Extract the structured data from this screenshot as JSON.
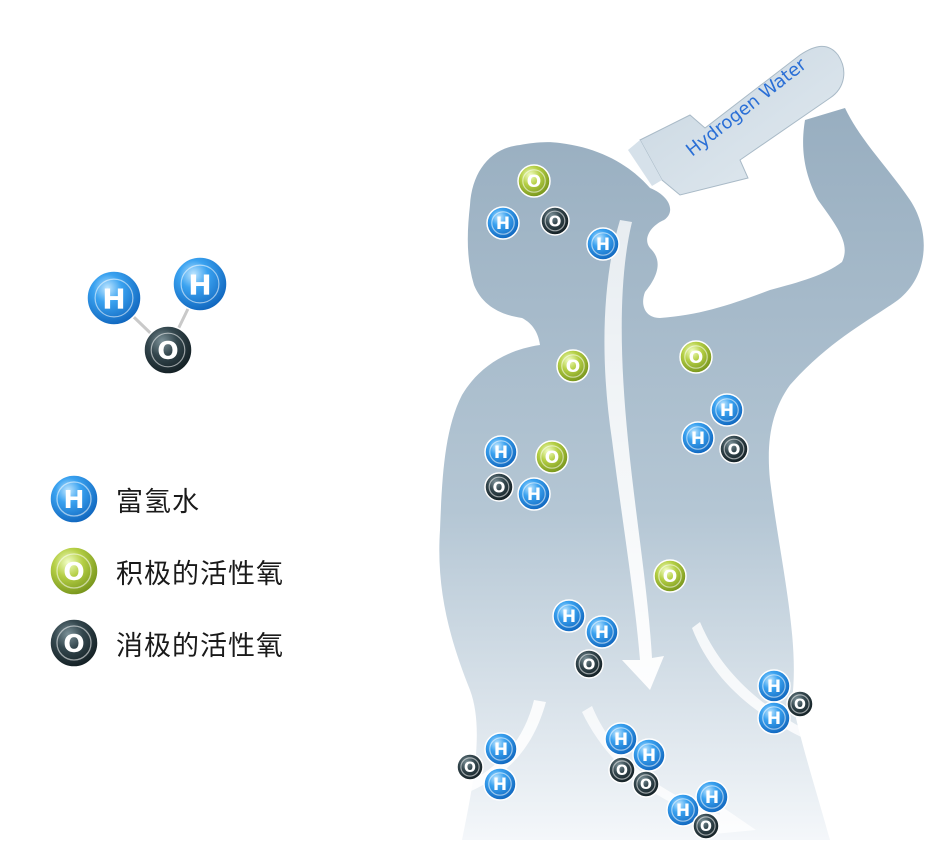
{
  "bottle": {
    "label": "Hydrogen Water"
  },
  "atoms": {
    "H": "H",
    "O": "O"
  },
  "legend": [
    {
      "symbol": "H",
      "label": "富氢水",
      "type": "hydrogen"
    },
    {
      "symbol": "O",
      "label": "积极的活性氧",
      "type": "active-oxygen"
    },
    {
      "symbol": "O",
      "label": "消极的活性氧",
      "type": "negative-oxygen"
    }
  ],
  "colors": {
    "hydrogen": "#1e8ee8",
    "active_oxygen": "#a8c43c",
    "negative_oxygen": "#2c3e44",
    "silhouette": "#a4b8c8",
    "bottle_text": "#2a6fd6"
  },
  "icons": [
    "water-molecule-icon",
    "hydrogen-atom-icon",
    "active-oxygen-atom-icon",
    "negative-oxygen-atom-icon",
    "flow-arrow-icon"
  ]
}
